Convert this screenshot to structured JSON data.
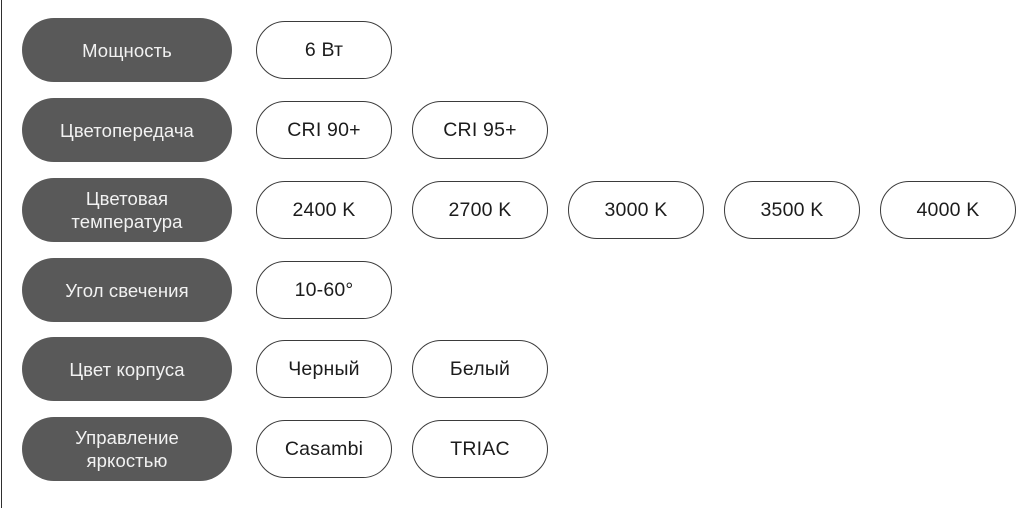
{
  "theme": {
    "background": "#ffffff",
    "label_pill_bg": "#595959",
    "label_pill_text": "#f2f2f2",
    "value_pill_bg": "#ffffff",
    "value_pill_border": "#3b3b3b",
    "value_pill_text": "#1c1c1c",
    "edge_rule": "#2f2f2f"
  },
  "spec_sheet": {
    "rows": [
      {
        "label": "Мощность",
        "values": [
          "6 Вт"
        ]
      },
      {
        "label": "Цветопередача",
        "values": [
          "CRI 90+",
          "CRI 95+"
        ]
      },
      {
        "label": "Цветовая\nтемпература",
        "values": [
          "2400 K",
          "2700 K",
          "3000 K",
          "3500 K",
          "4000 K"
        ]
      },
      {
        "label": "Угол свечения",
        "values": [
          "10-60°"
        ]
      },
      {
        "label": "Цвет корпуса",
        "values": [
          "Черный",
          "Белый"
        ]
      },
      {
        "label": "Управление\nяркостью",
        "values": [
          "Casambi",
          "TRIAC"
        ]
      }
    ]
  }
}
